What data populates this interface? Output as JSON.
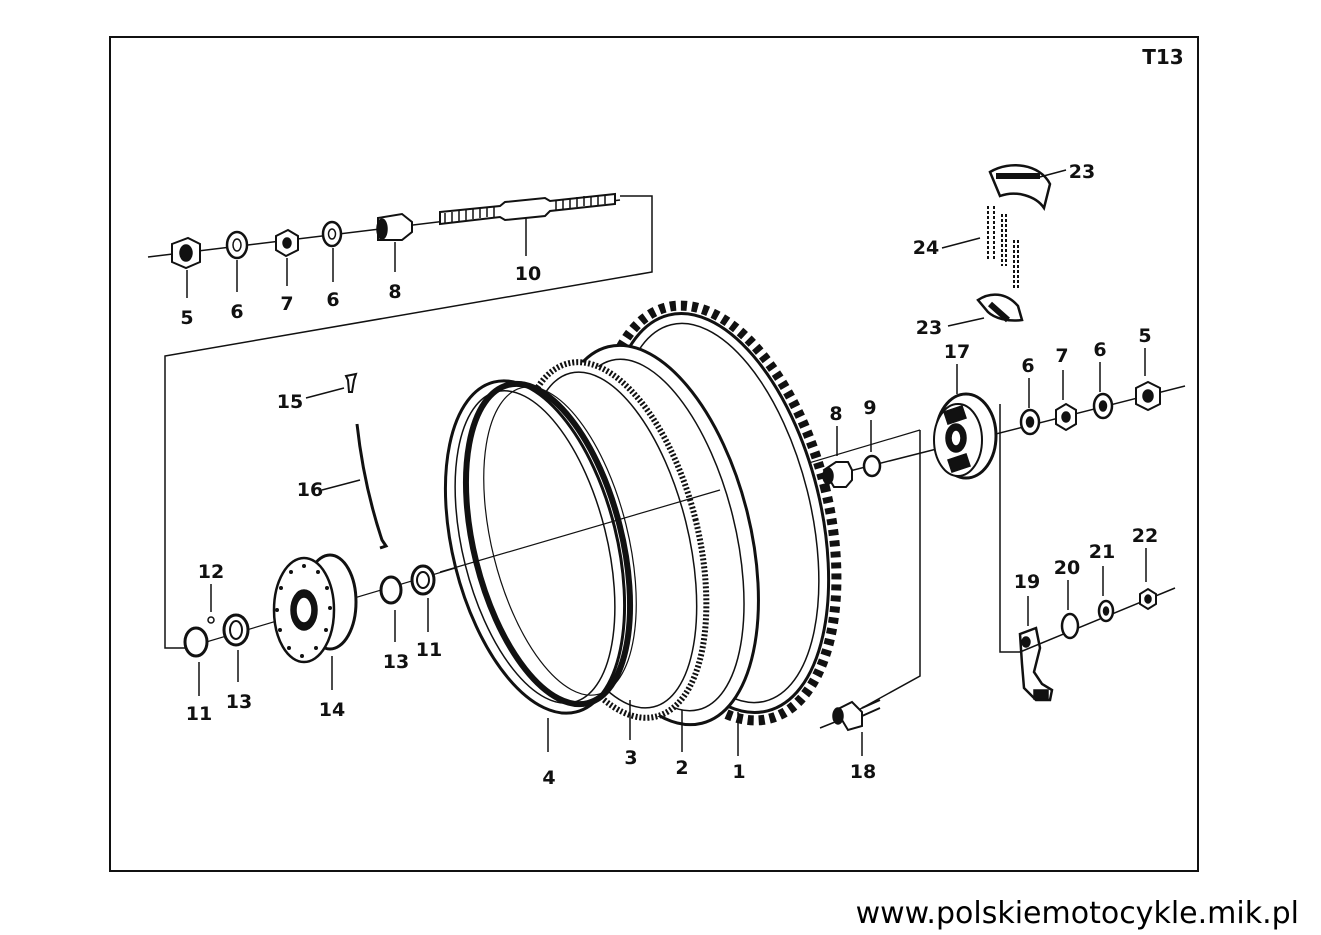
{
  "sheet_code": "T13",
  "website": "www.polskiemotocykle.mik.pl",
  "parts": {
    "p1": "1",
    "p2": "2",
    "p3": "3",
    "p4": "4",
    "p5a": "5",
    "p6a": "6",
    "p7a": "7",
    "p6b": "6",
    "p8a": "8",
    "p10": "10",
    "p5b": "5",
    "p6c": "6",
    "p7b": "7",
    "p6d": "6",
    "p8b": "8",
    "p9": "9",
    "p17": "17",
    "p11a": "11",
    "p13a": "13",
    "p14": "14",
    "p13b": "13",
    "p11b": "11",
    "p12": "12",
    "p15": "15",
    "p16": "16",
    "p18": "18",
    "p19": "19",
    "p20": "20",
    "p21": "21",
    "p22": "22",
    "p23a": "23",
    "p23b": "23",
    "p24": "24"
  }
}
